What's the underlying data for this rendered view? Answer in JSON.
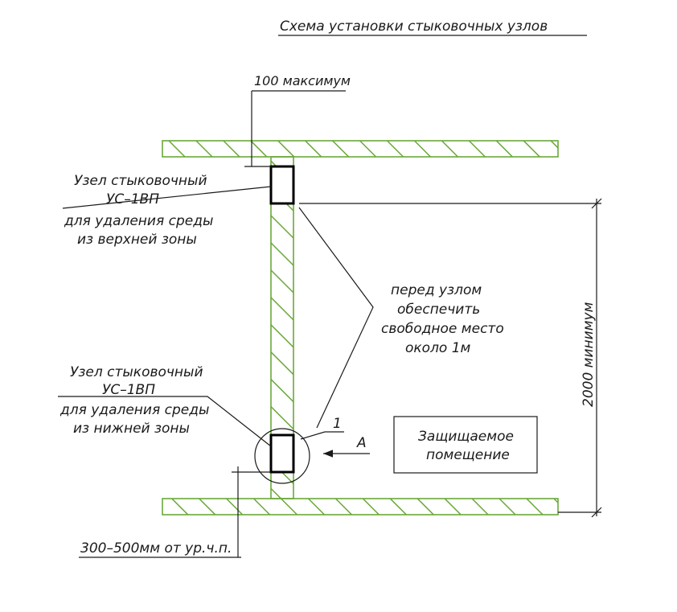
{
  "title": "Схема установки стыковочных узлов",
  "dimensions": {
    "top_offset": "100 максимум",
    "height": "2000 минимум",
    "bottom_offset": "300–500мм от ур.ч.п."
  },
  "upper_node": {
    "name_line1": "Узел стыковочный",
    "name_line2": "УС–1ВП",
    "purpose_line1": "для удаления среды",
    "purpose_line2": "из верхней зоны"
  },
  "lower_node": {
    "name_line1": "Узел стыковочный",
    "name_line2": "УС–1ВП",
    "purpose_line1": "для удаления среды",
    "purpose_line2": "из нижней зоны"
  },
  "note": {
    "line1": "перед узлом",
    "line2": "обеспечить",
    "line3": "свободное место",
    "line4": "около 1м"
  },
  "callout_number": "1",
  "view_marker": "А",
  "room_label": {
    "line1": "Защищаемое",
    "line2": "помещение"
  },
  "colors": {
    "hatch": "#6aa83a",
    "line": "#1a1a1a"
  }
}
